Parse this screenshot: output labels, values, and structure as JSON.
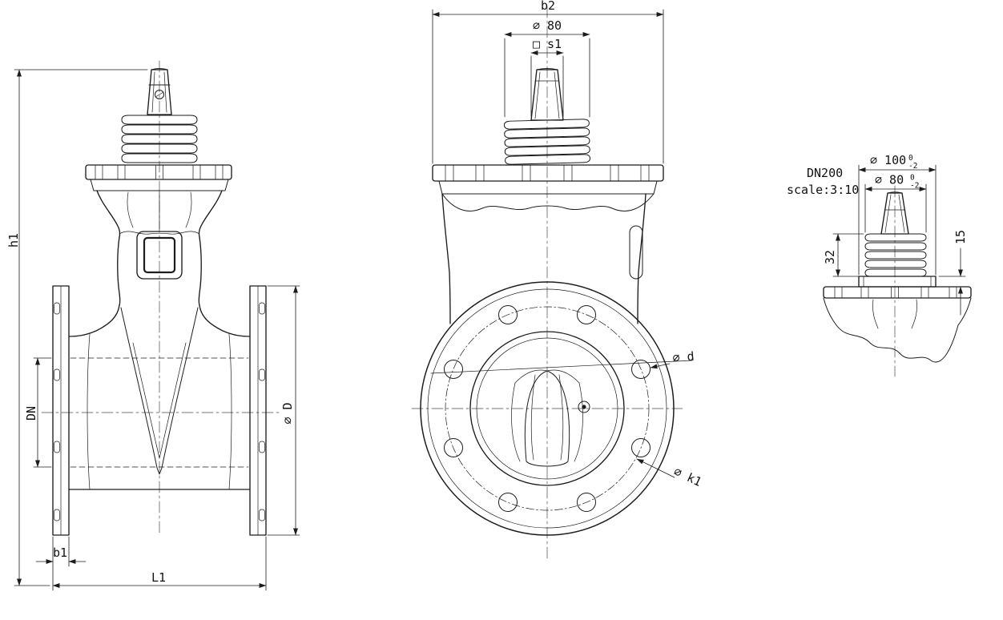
{
  "meta": {
    "background": "#ffffff",
    "line_color": "#1c1c1c",
    "drawing_type": "gate valve technical drawing, three views"
  },
  "views": {
    "side": {
      "name": "side elevation",
      "dims": {
        "h1": "h1",
        "dn": "DN",
        "d": "⌀ D",
        "b1": "b1",
        "l1": "L1"
      }
    },
    "front": {
      "name": "front elevation",
      "dims": {
        "b2": "b2",
        "d80": "⌀ 80",
        "s1": "□ s1",
        "d": "⌀ d",
        "k1": "⌀ k1"
      }
    },
    "detail": {
      "title": "DN200",
      "scale": "scale:3:10",
      "dims": {
        "d100": "⌀ 100",
        "d100_tol_up": "0",
        "d100_tol_dn": "-2",
        "d80": "⌀ 80",
        "d80_tol_up": "0",
        "d80_tol_dn": "-2",
        "h32": "32",
        "h15": "15"
      }
    }
  }
}
